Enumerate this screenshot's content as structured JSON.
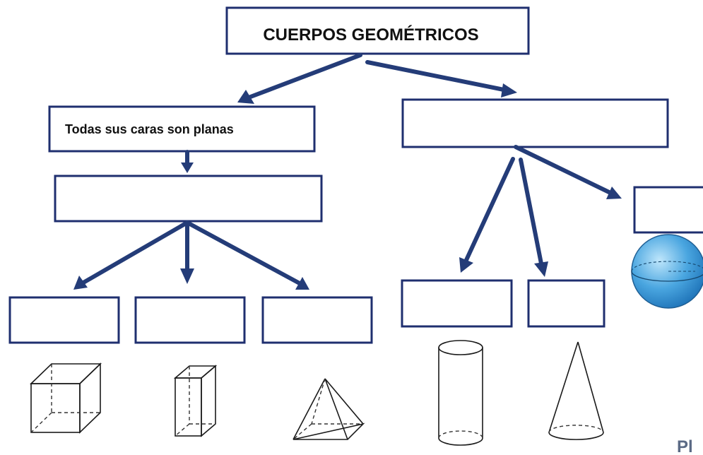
{
  "root": {
    "label": "CUERPOS GEOMÉTRICOS"
  },
  "poliedros_box": {
    "label": "Todas sus caras son planas"
  },
  "redondos_box": {
    "label": ""
  },
  "poliedros_type_box": {
    "label": ""
  },
  "cube_box": {
    "label": ""
  },
  "prism_box": {
    "label": ""
  },
  "pyramid_box": {
    "label": ""
  },
  "cylinder_box": {
    "label": ""
  },
  "cone_box": {
    "label": ""
  },
  "sphere_box": {
    "label": ""
  },
  "corner_text": "Pl",
  "colors": {
    "box_border": "#1f2f6f",
    "arrow": "#243c78",
    "sphere": "#4aa6e0"
  }
}
